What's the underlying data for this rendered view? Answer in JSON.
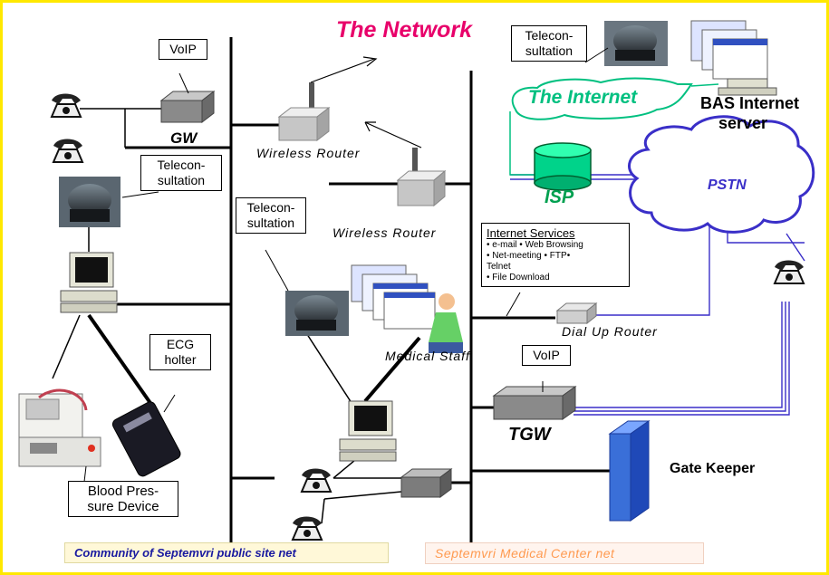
{
  "title": "The Network",
  "nodes": {
    "voip_left": "VoIP",
    "gw": "GW",
    "telecon_left": [
      "Telecon-",
      "sultation"
    ],
    "wireless_router_1": "Wireless Router",
    "wireless_router_2": "Wireless Router",
    "telecon_mid": [
      "Telecon-",
      "sultation"
    ],
    "medical_staff": "Medical Staff",
    "ecg_holter": [
      "ECG",
      "holter"
    ],
    "blood_pressure": [
      "Blood Pres-",
      "sure Device"
    ],
    "telecon_top": [
      "Telecon-",
      "sultation"
    ],
    "the_internet": "The Internet",
    "bas_server": [
      "BAS Internet",
      "server"
    ],
    "isp": "ISP",
    "pstn": "PSTN",
    "dial_up_router": "Dial Up Router",
    "voip_right": "VoIP",
    "tgw": "TGW",
    "gate_keeper": "Gate Keeper"
  },
  "internet_services": {
    "title": "Internet Services",
    "lines": [
      "• e-mail   • Web Browsing",
      "• Net-meeting  • FTP•",
      "Telnet",
      "• File Download"
    ]
  },
  "footer": {
    "left": "Community of Septemvri public site net",
    "right": "Septemvri Medical Center net"
  },
  "colors": {
    "title": "#e8006a",
    "internet": "#00c080",
    "isp": "#00a050",
    "pstn": "#3a2fc8",
    "footer_left_text": "#1a1aa0",
    "footer_left_bg": "#fff8d8",
    "footer_right_text": "#ff9a50",
    "footer_right_bg": "#fff4ee",
    "frame": "#ffe800",
    "gatekeeper": "#3a6fd8"
  },
  "icons": [
    "telephone-icon",
    "voip-gateway-icon",
    "video-camera-icon",
    "computer-icon",
    "wireless-router-icon",
    "server-icon",
    "ecg-holter-icon",
    "blood-pressure-monitor-icon",
    "database-icon",
    "cloud-icon",
    "gatekeeper-server-icon"
  ]
}
